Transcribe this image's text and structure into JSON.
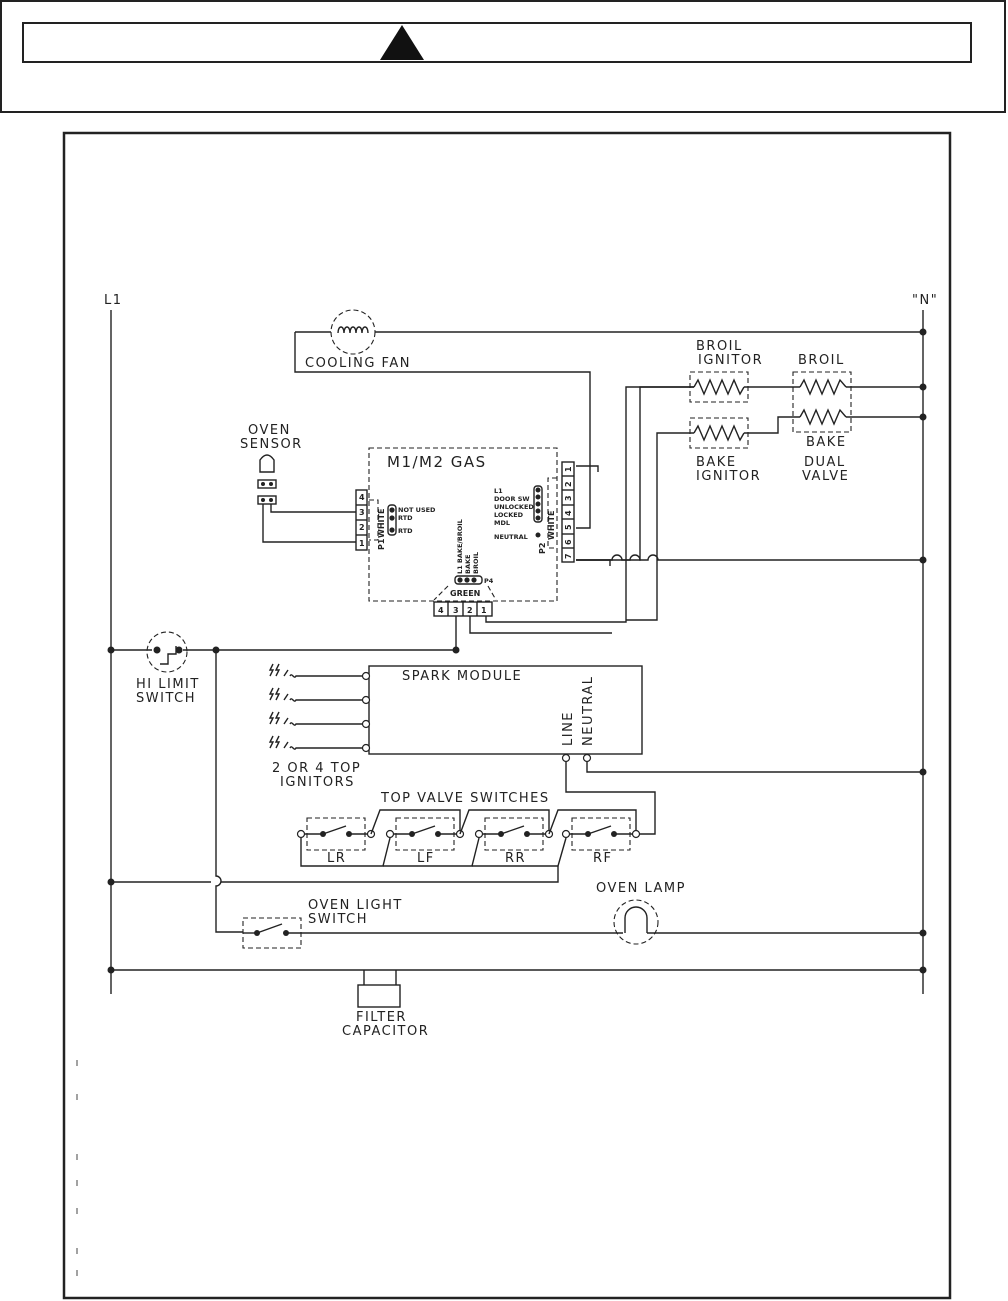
{
  "labels": {
    "l1": "L1",
    "n": "\"N\"",
    "cooling_fan": "COOLING FAN",
    "broil_ignitor_1": "BROIL",
    "broil_ignitor_2": "IGNITOR",
    "broil": "BROIL",
    "bake_ignitor_1": "BAKE",
    "bake_ignitor_2": "IGNITOR",
    "bake": "BAKE",
    "dual_valve_1": "DUAL",
    "dual_valve_2": "VALVE",
    "oven_sensor_1": "OVEN",
    "oven_sensor_2": "SENSOR",
    "control_board": "M1/M2 GAS",
    "p1_white": "WHITE",
    "p1": "P1",
    "p1_not_used": "NOT USED",
    "p1_rtd_a": "RTD",
    "p1_rtd_b": "RTD",
    "p1_pins": [
      "4",
      "3",
      "2",
      "1"
    ],
    "p2_white": "WHITE",
    "p2": "P2",
    "p2_pins": [
      "1",
      "2",
      "3",
      "4",
      "5",
      "6",
      "7"
    ],
    "p2_l1": "L1",
    "p2_door_sw": "DOOR SW",
    "p2_unlocked": "UNLOCKED",
    "p2_locked": "LOCKED",
    "p2_mdl": "MDL",
    "p2_neutral": "NEUTRAL",
    "p4_l1": "L1 BAKE/BROIL",
    "p4_bake": "BAKE",
    "p4_broil": "BROIL",
    "p4": "P4",
    "green": "GREEN",
    "green_pins": [
      "4",
      "3",
      "2",
      "1"
    ],
    "hi_limit_1": "HI LIMIT",
    "hi_limit_2": "SWITCH",
    "spark_module": "SPARK MODULE",
    "line": "LINE",
    "neutral": "NEUTRAL",
    "top_ignitors_1": "2 OR 4 TOP",
    "top_ignitors_2": "IGNITORS",
    "top_valve_switches": "TOP VALVE SWITCHES",
    "valve_lr": "LR",
    "valve_lf": "LF",
    "valve_rr": "RR",
    "valve_rf": "RF",
    "oven_light_1": "OVEN LIGHT",
    "oven_light_2": "SWITCH",
    "oven_lamp": "OVEN LAMP",
    "filter_1": "FILTER",
    "filter_2": "CAPACITOR"
  },
  "colors": {
    "ink": "#222222",
    "paper": "#ffffff"
  }
}
